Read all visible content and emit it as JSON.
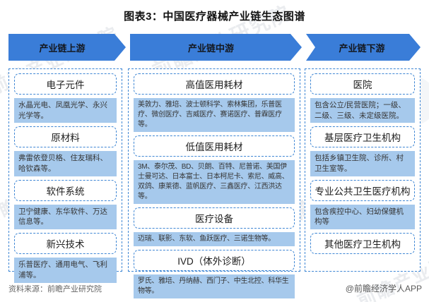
{
  "title": "图表3：中国医疗器械产业链生态图谱",
  "colors": {
    "arrow_blue": "#3A7DD8",
    "dashed_border_blue": "#3E86D4",
    "company_box_fill": "#A6C9EC"
  },
  "chain": {
    "upstream": {
      "header": "产业链上游",
      "sections": [
        {
          "name": "电子元件",
          "companies": "水晶光电、凤凰光学、永兴光学等。"
        },
        {
          "name": "原材料",
          "companies": "弗雷依登贝格、住友瑞科、哈钦森等。"
        },
        {
          "name": "软件系统",
          "companies": "卫宁健康、东华软件、万达信息等。"
        },
        {
          "name": "新兴技术",
          "companies": "乐普医疗、通用电气、飞利浦等。"
        }
      ]
    },
    "midstream": {
      "header": "产业链中游",
      "sections": [
        {
          "name": "高值医用耗材",
          "companies": "美敦力、雅培、波士顿科学、索林集团，乐普医疗、微创医疗、吉威医疗、赛诺医疗、普霖医疗等。"
        },
        {
          "name": "低值医用耗材",
          "companies": "3M、泰尔茂、BD、贝朗、百特、尼普诺、美国伊士曼可达、日本富士、日本柯尼卡、索尼、威高、双鸽、康莱德、蓝帆医疗、三鑫医疗、江西洪达等。"
        },
        {
          "name": "医疗设备",
          "companies": "迈瑞、联影、东软、鱼跃医疗、三诺生物等。"
        },
        {
          "name": "IVD（体外诊断）",
          "companies": "罗氏、雅培、丹纳赫、西门子、中生北控、科华生物等。"
        }
      ]
    },
    "downstream": {
      "header": "产业链下游",
      "sections": [
        {
          "name": "医院",
          "companies": "包含公立/民营医院；一级、二级、三级、未定级医院。"
        },
        {
          "name": "基层医疗卫生机构",
          "companies": "包括乡镇卫生院、诊所、村卫生室等。"
        },
        {
          "name": "专业公共卫生医疗机构",
          "companies": "包含疾控中心、妇幼保健机构等"
        },
        {
          "name": "其他医疗卫生机构",
          "companies": ""
        }
      ]
    }
  },
  "footer": {
    "source": "资料来源：前瞻产业研究院",
    "credit": "@前瞻经济学人APP"
  },
  "watermark": {
    "text": "前瞻产业研究院"
  }
}
